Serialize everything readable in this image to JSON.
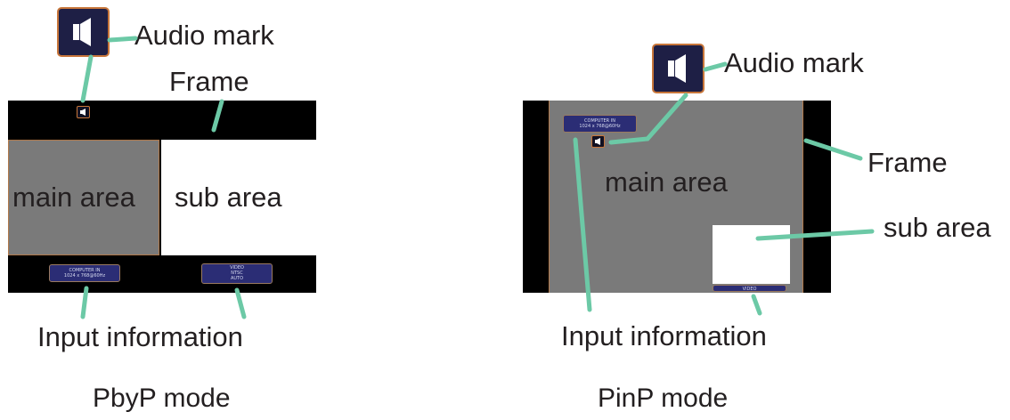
{
  "left": {
    "audio_label": "Audio mark",
    "frame_label": "Frame",
    "main_label": "main area",
    "sub_label": "sub area",
    "input_label": "Input information",
    "caption": "PbyP mode",
    "info_main": [
      "COMPUTER IN",
      "1024 x 768@60Hz"
    ],
    "info_sub": [
      "VIDEO",
      "NTSC",
      "AUTO"
    ]
  },
  "right": {
    "audio_label": "Audio mark",
    "frame_label": "Frame",
    "main_label": "main area",
    "sub_label": "sub area",
    "input_label": "Input information",
    "caption": "PinP mode",
    "info_main": [
      "COMPUTER IN",
      "1024 x 768@60Hz"
    ],
    "info_sub": [
      "VIDEO"
    ]
  },
  "colors": {
    "callout_line": "#6cc9a6",
    "frame": "#000000",
    "main_area": "#7a7a7a",
    "sub_area": "#ffffff",
    "info_box": "#2b2d75",
    "audio_border": "#c8763a"
  },
  "icons": [
    "speaker-icon"
  ]
}
